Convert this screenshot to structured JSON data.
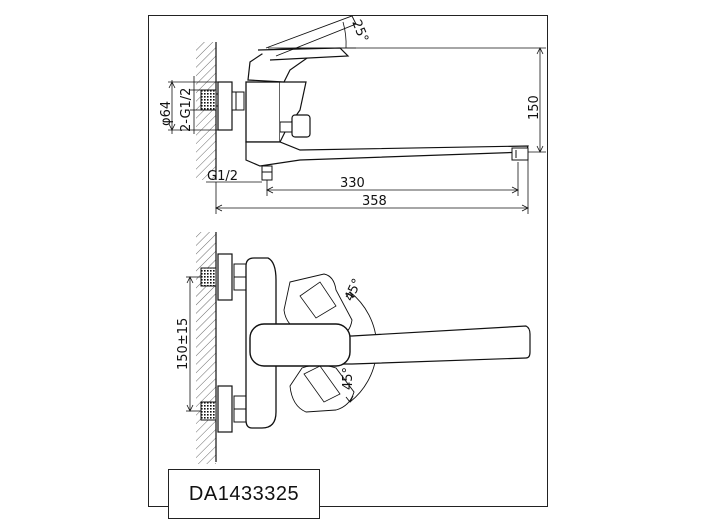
{
  "drawing": {
    "model_code": "DA1433325",
    "side_view": {
      "angle_label": "25°",
      "diameter_label": "φ64",
      "connection_label": "2-G1/2",
      "outlet_thread_label": "G1/2",
      "height_label": "150",
      "reach_label": "330",
      "overall_length_label": "358"
    },
    "top_view": {
      "center_distance_label": "150±15",
      "rotation_up_label": "45°",
      "rotation_down_label": "45°"
    }
  }
}
